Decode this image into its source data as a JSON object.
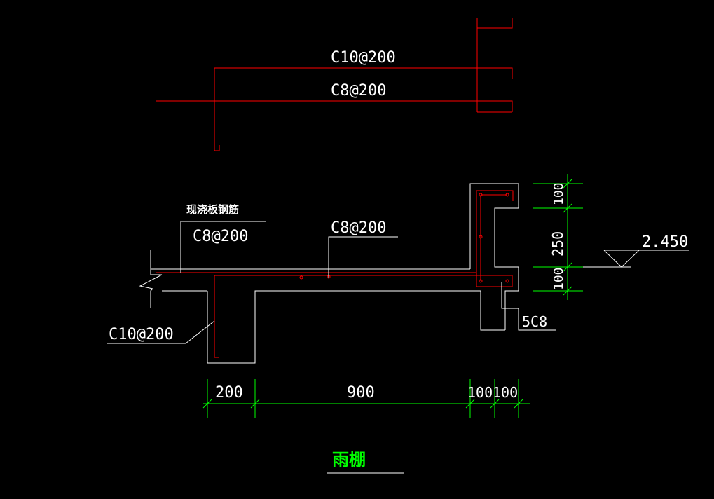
{
  "drawing": {
    "top_detail": {
      "upper_bar_label": "C10@200",
      "lower_bar_label": "C8@200"
    },
    "section": {
      "cast_slab_note": "现浇板钢筋",
      "slab_bar_label": "C8@200",
      "canopy_bar_label": "C8@200",
      "beam_bar_label": "C10@200",
      "edge_bars_label": "5C8",
      "elevation_value": "2.450"
    },
    "dimensions": {
      "horizontal": [
        "200",
        "900",
        "100",
        "100"
      ],
      "vertical": [
        "100",
        "250",
        "100"
      ]
    },
    "title": "雨棚",
    "colors": {
      "background": "#000000",
      "outline": "#ffffff",
      "rebar": "#ff0000",
      "dimension": "#00ff00",
      "title": "#00ff00"
    }
  }
}
